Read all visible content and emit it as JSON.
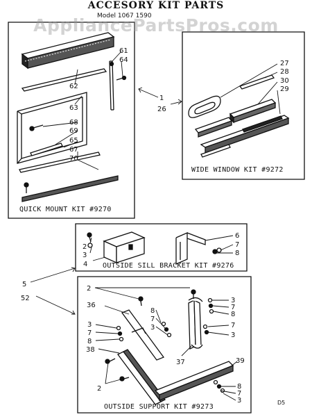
{
  "title": "ACCESORY KIT PARTS",
  "model_line": "Model 1067 1590",
  "watermark": "AppliancePartsPros.com",
  "corner_mark": "D5",
  "kits": {
    "quick_mount": {
      "caption": "QUICK MOUNT KIT #9270",
      "parts": [
        "61",
        "64",
        "62",
        "63",
        "68",
        "69",
        "65",
        "67",
        "70"
      ]
    },
    "wide_window": {
      "caption": "WIDE WINDOW KIT #9272",
      "parts": [
        "27",
        "28",
        "30",
        "29"
      ]
    },
    "sill_bracket": {
      "caption": "OUTSIDE SILL BRACKET KIT #9276",
      "parts_left": [
        "2",
        "3",
        "4"
      ],
      "parts_right": [
        "6",
        "7",
        "8"
      ]
    },
    "support": {
      "caption": "OUTSIDE SUPPORT KIT #9273",
      "parts": [
        "2",
        "36",
        "8",
        "7",
        "3",
        "3",
        "7",
        "8",
        "38",
        "3",
        "7",
        "8",
        "7",
        "3",
        "37",
        "39",
        "2",
        "8",
        "7",
        "3"
      ]
    }
  },
  "callouts": {
    "kit_1": "1",
    "kit_26": "26",
    "kit_5": "5",
    "kit_52": "52"
  }
}
